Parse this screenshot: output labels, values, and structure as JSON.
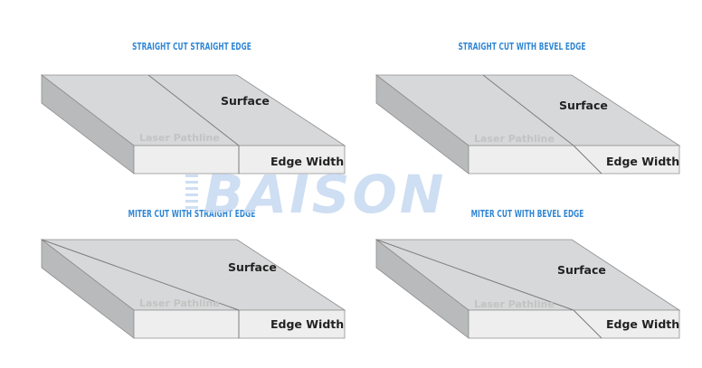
{
  "panels": [
    {
      "title": "STRAIGHT CUT STRAIGHT EDGE",
      "surface": "Surface",
      "laser": "Laser Pathline",
      "edge": "Edge Width"
    },
    {
      "title": "STRAIGHT CUT WITH BEVEL EDGE",
      "surface": "Surface",
      "laser": "Laser Pathline",
      "edge": "Edge Width"
    },
    {
      "title": "MITER CUT WITH STRAIGHT EDGE",
      "surface": "Surface",
      "laser": "Laser Pathline",
      "edge": "Edge Width"
    },
    {
      "title": "MITER CUT WITH BEVEL EDGE",
      "surface": "Surface",
      "laser": "Laser Pathline",
      "edge": "Edge Width"
    }
  ],
  "watermark": {
    "text": "BAISON"
  },
  "colors": {
    "title": "#2f86d4",
    "top_face": "#d7d8d9",
    "left_face": "#b9babb",
    "front_face": "#eeeeee",
    "line": "#8e8e8e"
  }
}
